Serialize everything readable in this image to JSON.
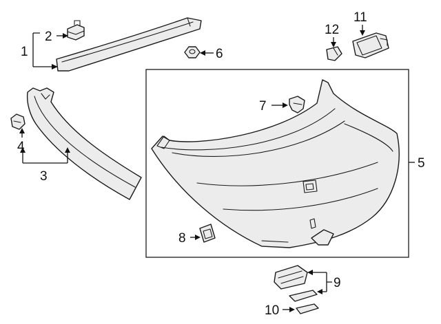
{
  "colors": {
    "line": "#1a1a1a",
    "part_fill": "#ececec",
    "background": "#ffffff"
  },
  "callouts": {
    "c1": "1",
    "c2": "2",
    "c3": "3",
    "c4": "4",
    "c5": "5",
    "c6": "6",
    "c7": "7",
    "c8": "8",
    "c9": "9",
    "c10": "10",
    "c11": "11",
    "c12": "12"
  }
}
